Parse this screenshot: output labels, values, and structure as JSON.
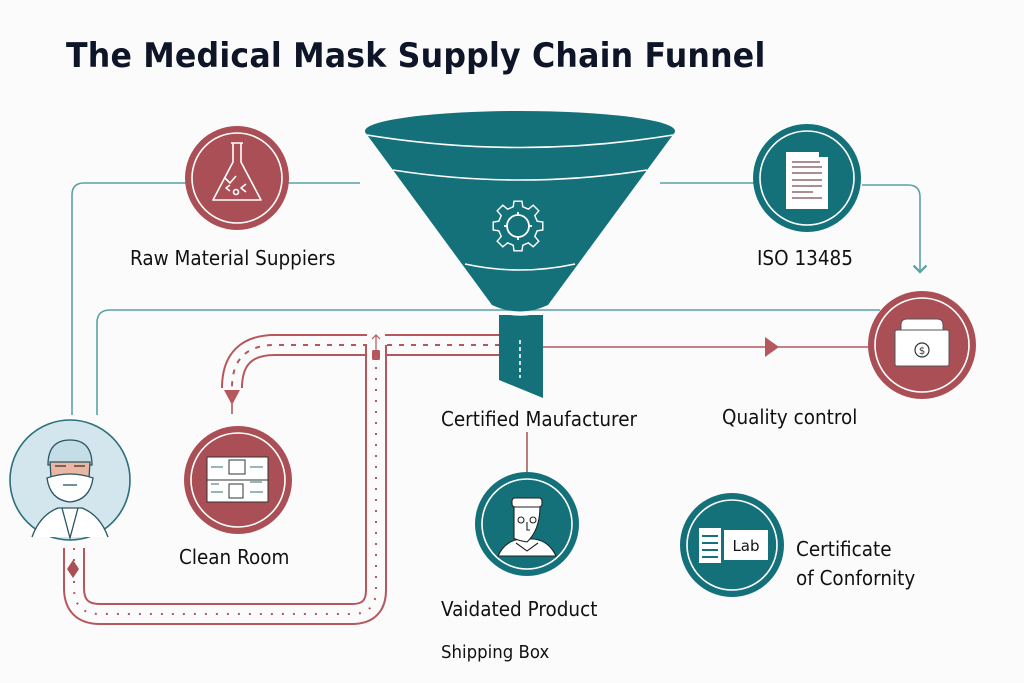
{
  "title": "The Medical Mask Supply Chain Funnel",
  "colors": {
    "teal": "#14717a",
    "red": "#a94f55",
    "line_teal": "#5aa2a6",
    "line_red": "#b5575c",
    "light_blue": "#d3e6ee",
    "text": "#111111"
  },
  "nodes": {
    "raw_material": {
      "label": "Raw  Material Suppiers",
      "icon": "flask-icon"
    },
    "funnel": {
      "icon": "gear-icon",
      "label": "Certified  Maufacturer"
    },
    "iso": {
      "label": "ISO  13485",
      "icon": "document-icon"
    },
    "quality_control": {
      "label": "Quality control",
      "icon": "cash-box-icon"
    },
    "worker": {
      "icon": "masked-worker-icon"
    },
    "clean_room": {
      "label": "Clean Room",
      "icon": "clean-room-panel-icon"
    },
    "validated_product": {
      "label": "Vaidated Product",
      "sublabel": "Shipping Box",
      "icon": "person-avatar-icon"
    },
    "certificate": {
      "label_line1": "Certificate",
      "label_line2": "of Confornity",
      "icon_text": "Lab",
      "icon": "lab-certificate-icon"
    }
  }
}
